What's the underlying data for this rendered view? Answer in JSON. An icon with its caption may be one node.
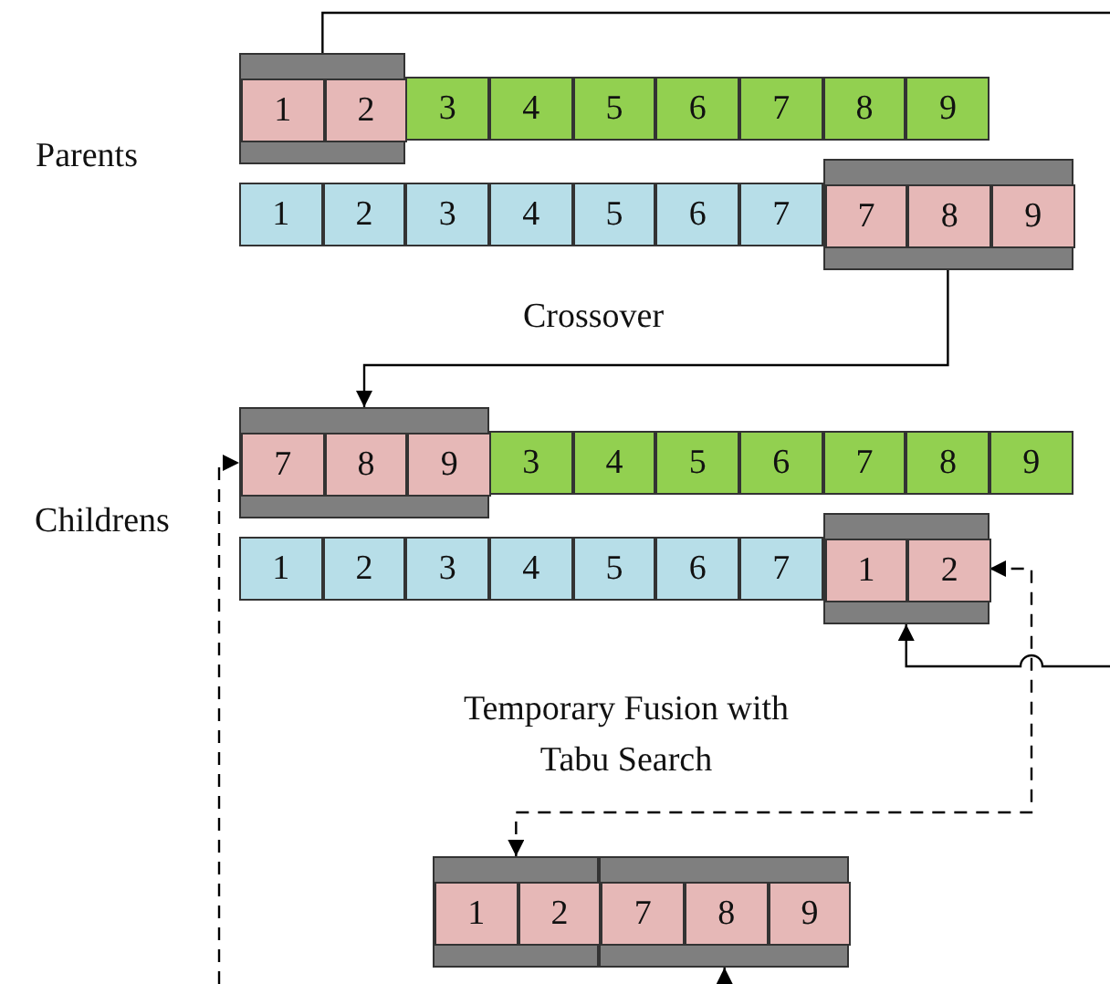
{
  "diagram": {
    "nodes": [
      {
        "text": [],
        "shape": "box"
      },
      {
        "text": [
          "1"
        ],
        "in": 0
      },
      {
        "text": [
          "2"
        ],
        "in": 0
      },
      {
        "text": [
          "3"
        ]
      },
      {
        "text": [
          "4"
        ]
      },
      {
        "text": [
          "5"
        ]
      },
      {
        "text": [
          "6"
        ]
      },
      {
        "text": [
          "7"
        ]
      },
      {
        "text": [
          "8"
        ]
      },
      {
        "text": [
          "9"
        ]
      },
      {
        "text": [
          "1"
        ]
      },
      {
        "text": [
          "2"
        ]
      },
      {
        "text": [
          "3"
        ]
      },
      {
        "text": [
          "4"
        ]
      },
      {
        "text": [
          "5"
        ]
      },
      {
        "text": [
          "6"
        ]
      },
      {
        "text": [
          "7"
        ]
      },
      {
        "text": [],
        "shape": "box"
      },
      {
        "text": [
          "7"
        ],
        "in": 17
      },
      {
        "text": [
          "8"
        ],
        "in": 17
      },
      {
        "text": [
          "9"
        ],
        "in": 17
      },
      {
        "text": [],
        "shape": "box"
      },
      {
        "text": [
          "7"
        ],
        "in": 21
      },
      {
        "text": [
          "8"
        ],
        "in": 21
      },
      {
        "text": [
          "9"
        ],
        "in": 21
      },
      {
        "text": [
          "3"
        ]
      },
      {
        "text": [
          "4"
        ]
      },
      {
        "text": [
          "5"
        ]
      },
      {
        "text": [
          "6"
        ]
      },
      {
        "text": [
          "7"
        ]
      },
      {
        "text": [
          "8"
        ]
      },
      {
        "text": [
          "9"
        ]
      },
      {
        "text": [
          "1"
        ]
      },
      {
        "text": [
          "2"
        ]
      },
      {
        "text": [
          "3"
        ]
      },
      {
        "text": [
          "4"
        ]
      },
      {
        "text": [
          "5"
        ]
      },
      {
        "text": [
          "6"
        ]
      },
      {
        "text": [
          "7"
        ]
      },
      {
        "text": [],
        "shape": "box"
      },
      {
        "text": [
          "1"
        ],
        "in": 39
      },
      {
        "text": [
          "2"
        ],
        "in": 39
      },
      {
        "text": [],
        "shape": "box"
      },
      {
        "text": [
          "1"
        ],
        "in": 42
      },
      {
        "text": [
          "2"
        ],
        "in": 42
      },
      {
        "text": [],
        "shape": "box"
      },
      {
        "text": [
          "7"
        ],
        "in": 45
      },
      {
        "text": [
          "8"
        ],
        "in": 45
      },
      {
        "text": [
          "9"
        ],
        "in": 45
      }
    ],
    "edges": [
      {
        "from": 0,
        "to": null,
        "arrow": "none"
      },
      {
        "from": 17,
        "to": 21,
        "arrow": "to"
      },
      {
        "from": null,
        "to": 39,
        "arrow": "to"
      },
      {
        "from": 42,
        "to": 39,
        "arrow": "both",
        "style": "dashed"
      },
      {
        "from": null,
        "to": 21,
        "arrow": "to",
        "style": "dashed"
      },
      {
        "from": null,
        "to": 45,
        "arrow": "to"
      }
    ],
    "labels": [
      "Parents",
      "Crossover",
      "Childrens",
      "Temporary Fusion with Tabu Search"
    ]
  }
}
